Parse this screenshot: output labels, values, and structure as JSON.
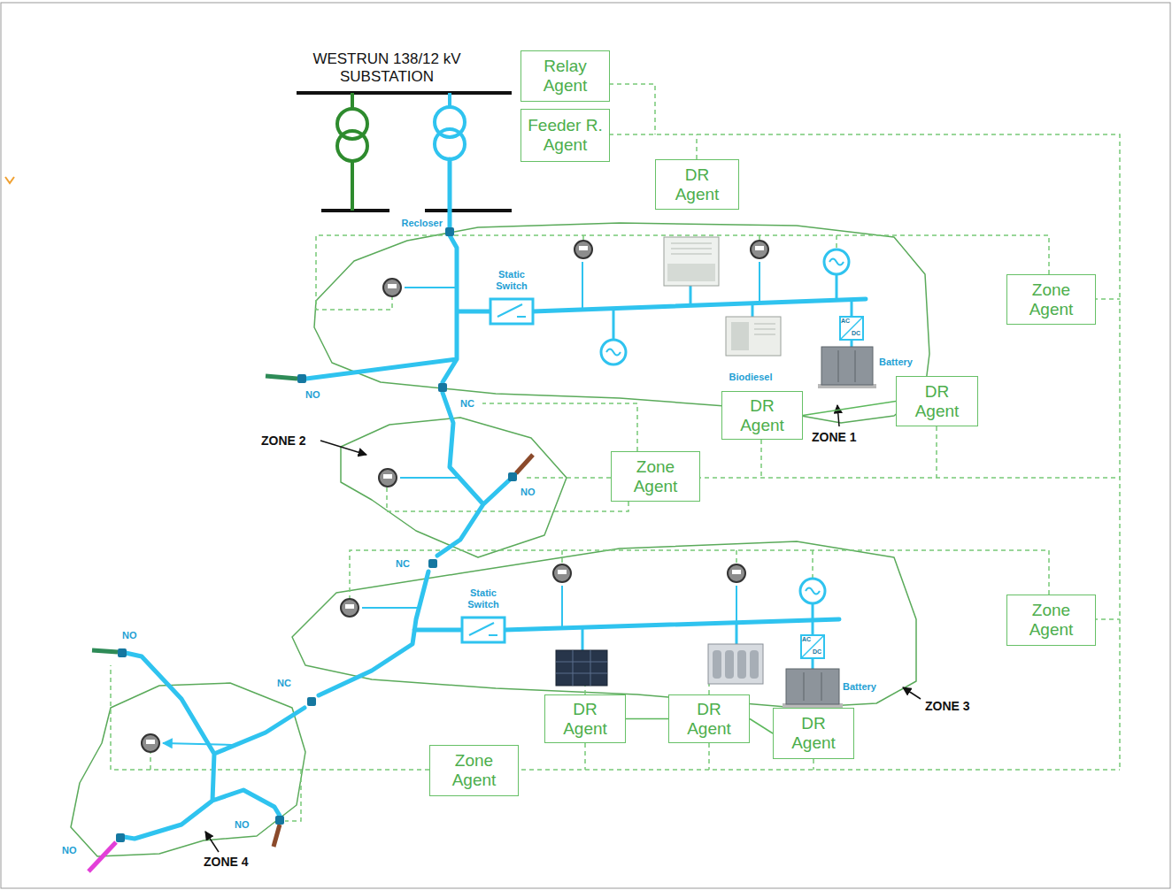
{
  "diagram": {
    "nodes": [
      {
        "text": [
          "Relay Agent"
        ]
      },
      {
        "text": [
          "Feeder R. Agent"
        ]
      },
      {
        "text": [
          "DR Agent"
        ]
      },
      {
        "text": [
          "Zone Agent"
        ]
      },
      {
        "text": [
          "DR Agent"
        ]
      },
      {
        "text": [
          "DR Agent"
        ]
      },
      {
        "text": [
          "Zone Agent"
        ]
      },
      {
        "text": [
          "Zone Agent"
        ]
      },
      {
        "text": [
          "DR Agent"
        ]
      },
      {
        "text": [
          "DR Agent"
        ]
      },
      {
        "text": [
          "DR Agent"
        ]
      },
      {
        "text": [
          "Zone Agent"
        ]
      }
    ],
    "edges": [
      {
        "from": 4,
        "to": 5,
        "arrow": "none"
      },
      {
        "from": 8,
        "to": 9,
        "arrow": "none"
      },
      {
        "from": 9,
        "to": 10,
        "arrow": "none"
      }
    ],
    "labels": [
      "WESTRUN 138/12 kV SUBSTATION",
      "Recloser",
      "Static Switch",
      "NO",
      "NC",
      "ZONE 2",
      "NO",
      "Biodiesel",
      "Battery",
      "ZONE 1",
      "NC",
      "Static Switch",
      "Battery",
      "ZONE 3",
      "NC",
      "NO",
      "NO",
      "NO",
      "ZONE 4",
      "AC",
      "DC",
      "AC",
      "DC"
    ]
  }
}
